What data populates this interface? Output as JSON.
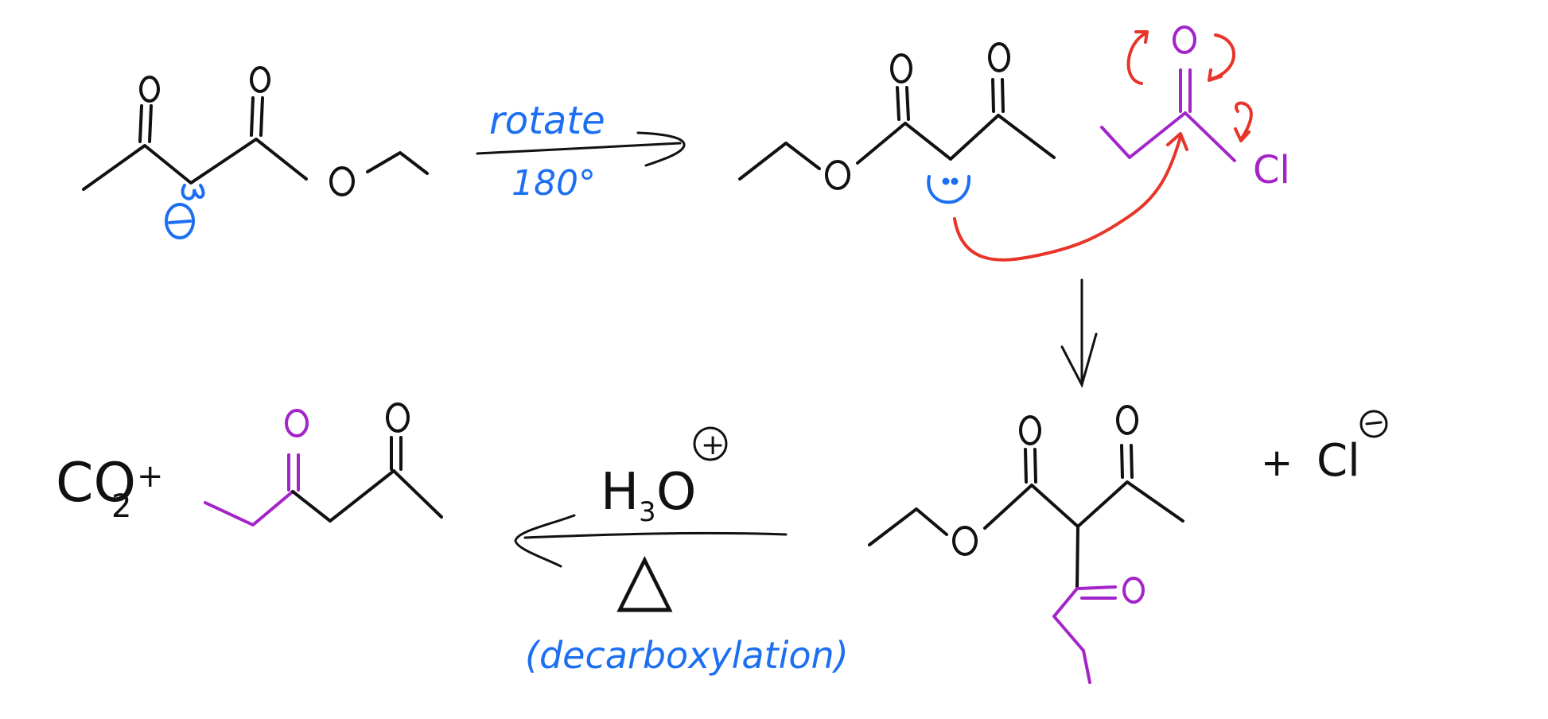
{
  "colors": {
    "ink": "#111111",
    "blue": "#1d6ff2",
    "purple": "#a324c8",
    "red": "#e8352a"
  },
  "labels": {
    "rotate": "rotate",
    "degrees": "180°",
    "oxygen": "O",
    "chlorine": "Cl",
    "co2_c": "CO",
    "co2_sub": "2",
    "plus": "+",
    "h3o_h": "H",
    "h3o_sub": "3",
    "h3o_o": "O",
    "plus_sign": "+",
    "minus_sign": "−",
    "chloride": "Cl",
    "delta": "△",
    "decarboxylation": "(decarboxylation)"
  }
}
